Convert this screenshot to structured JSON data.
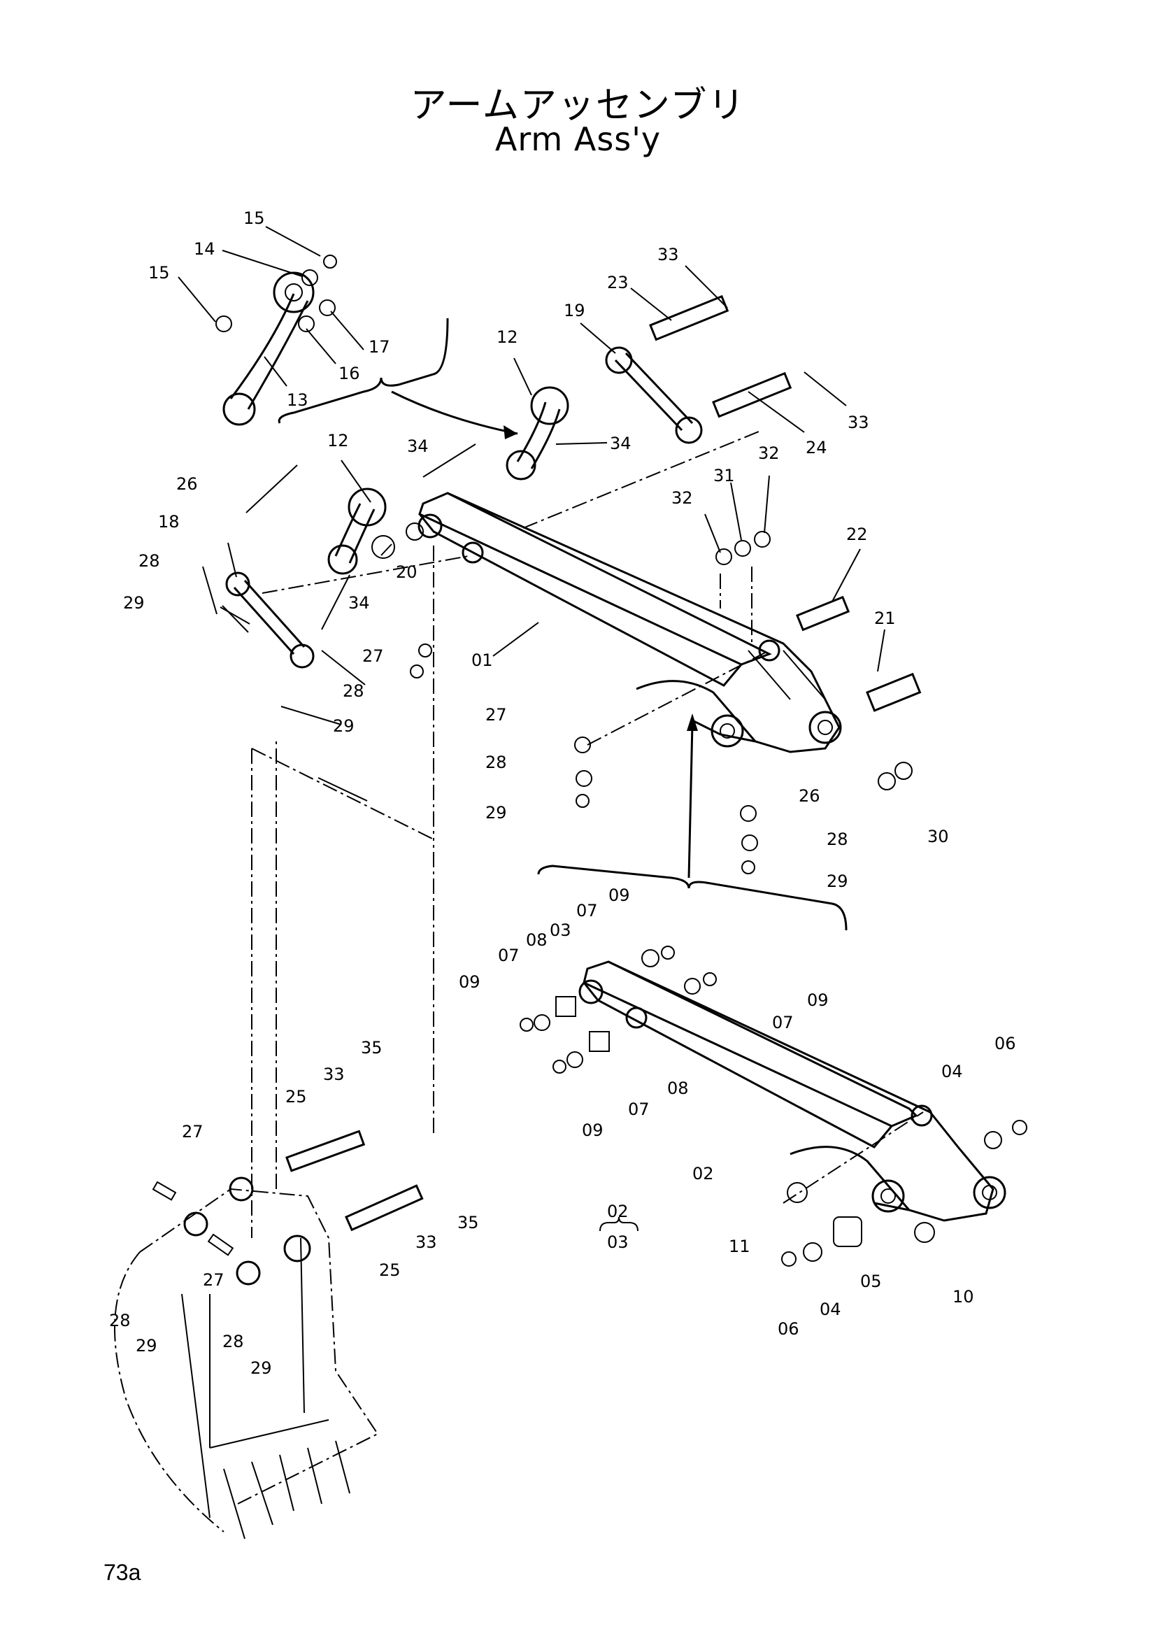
{
  "title_jp": "アームアッセンブリ",
  "title_en": "Arm Ass'y",
  "page_number": "73a",
  "callouts": [
    {
      "id": "c1",
      "text": "15"
    },
    {
      "id": "c2",
      "text": "14"
    },
    {
      "id": "c3",
      "text": "15"
    },
    {
      "id": "c4",
      "text": "17"
    },
    {
      "id": "c5",
      "text": "16"
    },
    {
      "id": "c6",
      "text": "13"
    },
    {
      "id": "c7",
      "text": "12"
    },
    {
      "id": "c8",
      "text": "19"
    },
    {
      "id": "c9",
      "text": "23"
    },
    {
      "id": "c10",
      "text": "33"
    },
    {
      "id": "c11",
      "text": "33"
    },
    {
      "id": "c12",
      "text": "24"
    },
    {
      "id": "c13",
      "text": "34"
    },
    {
      "id": "c14",
      "text": "12"
    },
    {
      "id": "c15",
      "text": "34"
    },
    {
      "id": "c16",
      "text": "26"
    },
    {
      "id": "c17",
      "text": "18"
    },
    {
      "id": "c18",
      "text": "28"
    },
    {
      "id": "c19",
      "text": "29"
    },
    {
      "id": "c20",
      "text": "20"
    },
    {
      "id": "c21",
      "text": "34"
    },
    {
      "id": "c22",
      "text": "27"
    },
    {
      "id": "c23",
      "text": "28"
    },
    {
      "id": "c24",
      "text": "29"
    },
    {
      "id": "c25",
      "text": "01"
    },
    {
      "id": "c26",
      "text": "32"
    },
    {
      "id": "c27",
      "text": "31"
    },
    {
      "id": "c28",
      "text": "32"
    },
    {
      "id": "c29",
      "text": "22"
    },
    {
      "id": "c30",
      "text": "21"
    },
    {
      "id": "c31",
      "text": "27"
    },
    {
      "id": "c32",
      "text": "28"
    },
    {
      "id": "c33",
      "text": "29"
    },
    {
      "id": "c34",
      "text": "26"
    },
    {
      "id": "c35",
      "text": "28"
    },
    {
      "id": "c36",
      "text": "29"
    },
    {
      "id": "c37",
      "text": "30"
    },
    {
      "id": "c38",
      "text": "09"
    },
    {
      "id": "c39",
      "text": "07"
    },
    {
      "id": "c40",
      "text": "03"
    },
    {
      "id": "c41",
      "text": "08"
    },
    {
      "id": "c42",
      "text": "07"
    },
    {
      "id": "c43",
      "text": "09"
    },
    {
      "id": "c44",
      "text": "09"
    },
    {
      "id": "c45",
      "text": "07"
    },
    {
      "id": "c46",
      "text": "08"
    },
    {
      "id": "c47",
      "text": "07"
    },
    {
      "id": "c48",
      "text": "09"
    },
    {
      "id": "c49",
      "text": "06"
    },
    {
      "id": "c50",
      "text": "04"
    },
    {
      "id": "c51",
      "text": "02"
    },
    {
      "id": "c52",
      "text": "11"
    },
    {
      "id": "c53",
      "text": "05"
    },
    {
      "id": "c54",
      "text": "04"
    },
    {
      "id": "c55",
      "text": "06"
    },
    {
      "id": "c56",
      "text": "10"
    },
    {
      "id": "c57",
      "text": "35"
    },
    {
      "id": "c58",
      "text": "33"
    },
    {
      "id": "c59",
      "text": "25"
    },
    {
      "id": "c60",
      "text": "35"
    },
    {
      "id": "c61",
      "text": "33"
    },
    {
      "id": "c62",
      "text": "25"
    },
    {
      "id": "c63",
      "text": "27"
    },
    {
      "id": "c64",
      "text": "27"
    },
    {
      "id": "c65",
      "text": "28"
    },
    {
      "id": "c66",
      "text": "29"
    },
    {
      "id": "c67",
      "text": "28"
    },
    {
      "id": "c68",
      "text": "29"
    }
  ],
  "variant_note": {
    "top": "02",
    "bottom": "03"
  }
}
